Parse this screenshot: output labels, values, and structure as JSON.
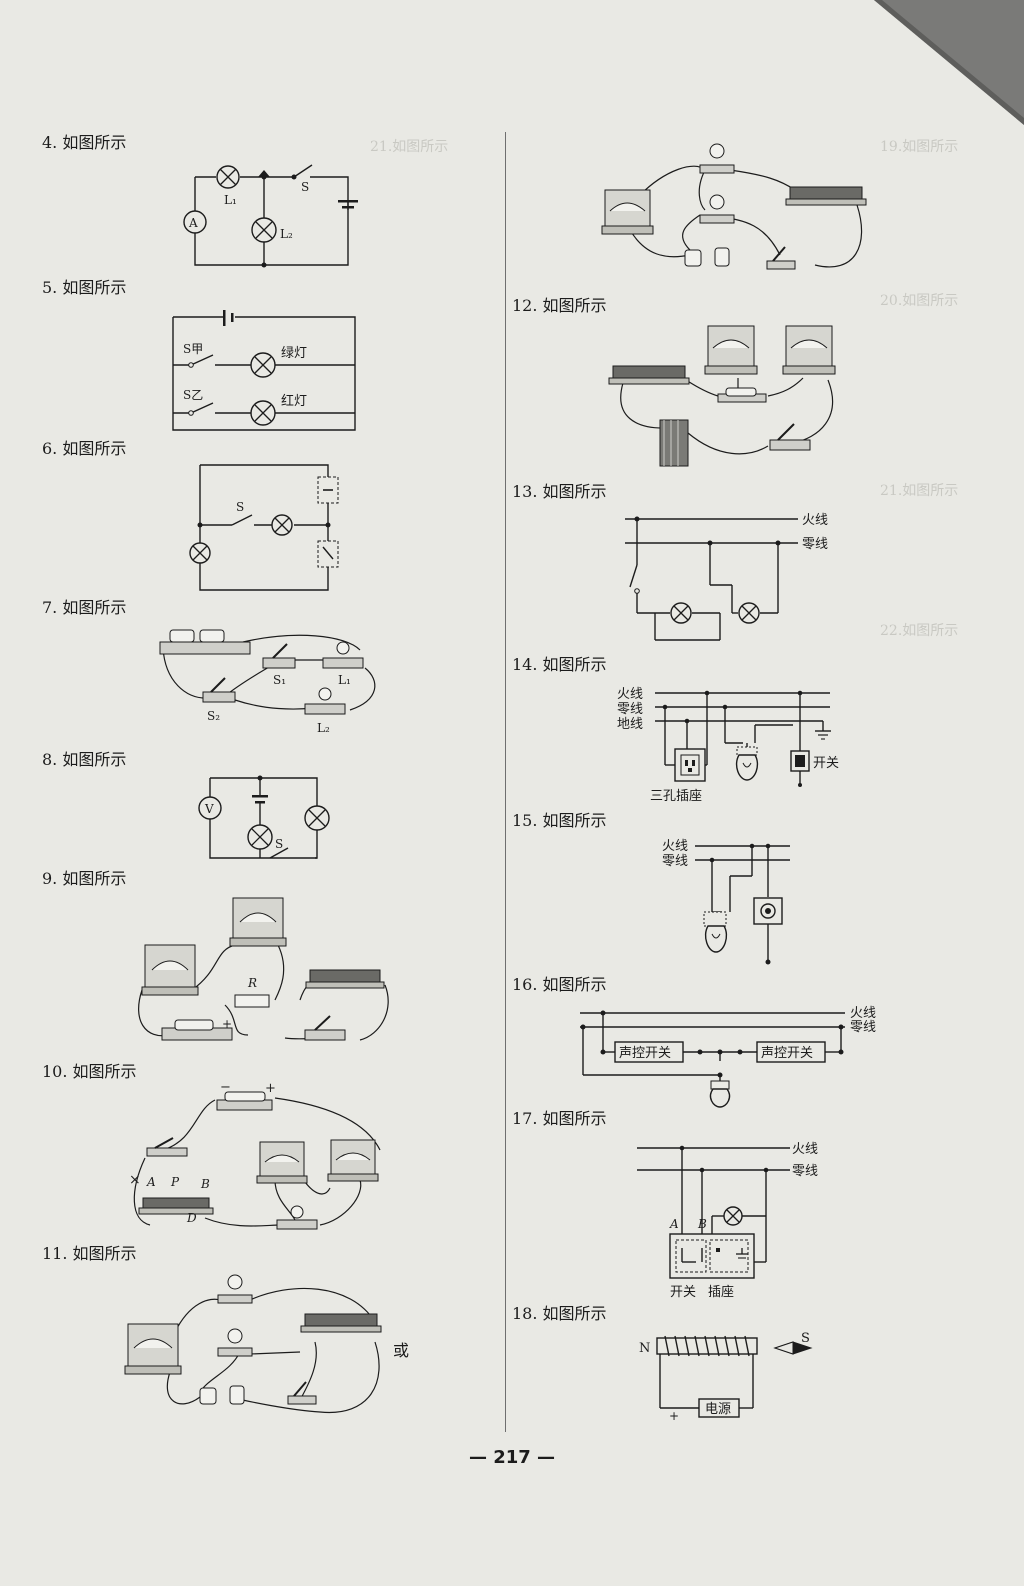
{
  "items": [
    {
      "num": "4.",
      "text": "如图所示"
    },
    {
      "num": "5.",
      "text": "如图所示"
    },
    {
      "num": "6.",
      "text": "如图所示"
    },
    {
      "num": "7.",
      "text": "如图所示"
    },
    {
      "num": "8.",
      "text": "如图所示"
    },
    {
      "num": "9.",
      "text": "如图所示"
    },
    {
      "num": "10.",
      "text": "如图所示"
    },
    {
      "num": "11.",
      "text": "如图所示"
    },
    {
      "num": "12.",
      "text": "如图所示"
    },
    {
      "num": "13.",
      "text": "如图所示"
    },
    {
      "num": "14.",
      "text": "如图所示"
    },
    {
      "num": "15.",
      "text": "如图所示"
    },
    {
      "num": "16.",
      "text": "如图所示"
    },
    {
      "num": "17.",
      "text": "如图所示"
    },
    {
      "num": "18.",
      "text": "如图所示"
    }
  ],
  "fig4": {
    "lamp1": "L₁",
    "lamp2": "L₂",
    "switch": "S",
    "ammeter": "A"
  },
  "fig5": {
    "switch_a": "S甲",
    "switch_b": "S乙",
    "green": "绿灯",
    "red": "红灯"
  },
  "fig6": {
    "switch": "S"
  },
  "fig7": {
    "s1": "S₁",
    "s2": "S₂",
    "l1": "L₁",
    "l2": "L₂"
  },
  "fig8": {
    "voltmeter": "V",
    "switch": "S"
  },
  "fig9": {
    "resistor": "R",
    "plus": "+"
  },
  "fig10": {
    "minus": "−",
    "plus": "+",
    "a": "A",
    "p": "P",
    "b": "B",
    "d": "D",
    "x": "×"
  },
  "fig11": {
    "or": "或"
  },
  "fig13": {
    "live": "火线",
    "neutral": "零线"
  },
  "fig14": {
    "live": "火线",
    "neutral": "零线",
    "ground": "地线",
    "socket": "三孔插座",
    "switch": "开关"
  },
  "fig15": {
    "live": "火线",
    "neutral": "零线"
  },
  "fig16": {
    "live": "火线",
    "neutral": "零线",
    "sw1": "声控开关",
    "sw2": "声控开关"
  },
  "fig17": {
    "live": "火线",
    "neutral": "零线",
    "a": "A",
    "b": "B",
    "switch": "开关",
    "socket": "插座"
  },
  "fig18": {
    "n": "N",
    "s": "S",
    "plus": "+",
    "source": "电源"
  },
  "footer": "— 217 —"
}
